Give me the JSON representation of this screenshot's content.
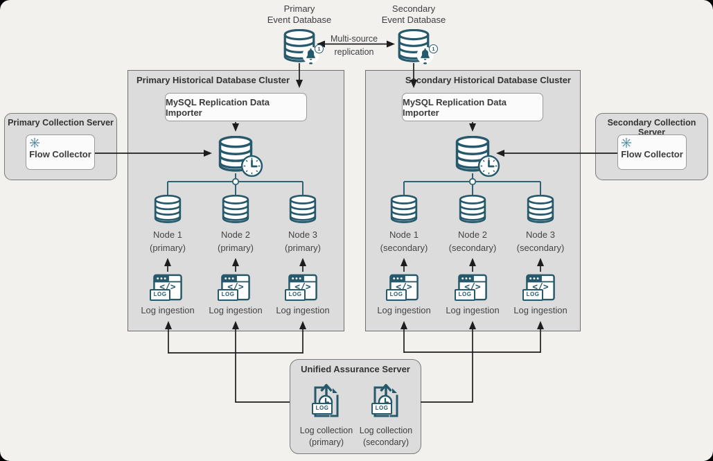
{
  "colors": {
    "background": "#f2f1ee",
    "icon_teal": "#26596b",
    "tree_line": "#2e6374",
    "arrow_black": "#1d1d1d",
    "box_gray": "#dcdcdc",
    "white_box": "#fbfbfb",
    "sun_blue": "#4d86a0"
  },
  "event_section": {
    "primary_label": {
      "line1": "Primary",
      "line2": "Event Database"
    },
    "secondary_label": {
      "line1": "Secondary",
      "line2": "Event Database"
    },
    "replication": {
      "line1": "Multi-source",
      "line2": "replication"
    }
  },
  "clusters": {
    "primary": {
      "title": "Primary Historical Database Cluster",
      "importer": "MySQL Replication Data Importer",
      "nodes": [
        {
          "name": "Node 1",
          "role": "(primary)",
          "log": "Log ingestion"
        },
        {
          "name": "Node 2",
          "role": "(primary)",
          "log": "Log ingestion"
        },
        {
          "name": "Node 3",
          "role": "(primary)",
          "log": "Log ingestion"
        }
      ]
    },
    "secondary": {
      "title": "Secondary Historical Database Cluster",
      "importer": "MySQL Replication Data Importer",
      "nodes": [
        {
          "name": "Node 1",
          "role": "(secondary)",
          "log": "Log ingestion"
        },
        {
          "name": "Node 2",
          "role": "(secondary)",
          "log": "Log ingestion"
        },
        {
          "name": "Node 3",
          "role": "(secondary)",
          "log": "Log ingestion"
        }
      ]
    }
  },
  "collection_servers": {
    "primary": {
      "title": "Primary Collection Server",
      "component": "Flow Collector"
    },
    "secondary": {
      "title": "Secondary Collection Server",
      "component": "Flow Collector"
    }
  },
  "assurance_server": {
    "title": "Unified Assurance Server",
    "collections": [
      {
        "line1": "Log collection",
        "line2": "(primary)"
      },
      {
        "line1": "Log collection",
        "line2": "(secondary)"
      }
    ]
  },
  "icons": {
    "log_badge": "LOG",
    "code_glyph": "</>",
    "notification_count": "1"
  }
}
